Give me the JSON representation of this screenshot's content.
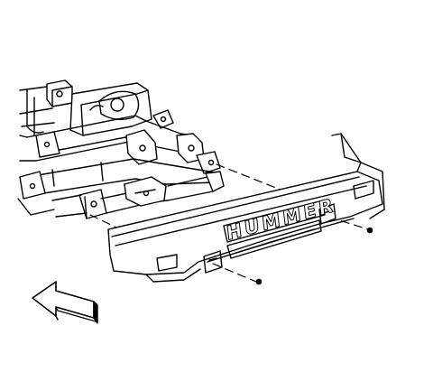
{
  "figure": {
    "badge_text": "HUMMER",
    "colors": {
      "ink": "#000000",
      "paper": "#ffffff"
    },
    "icons": [
      "frame-assembly",
      "front-bumper",
      "bolt",
      "direction-arrow"
    ]
  }
}
